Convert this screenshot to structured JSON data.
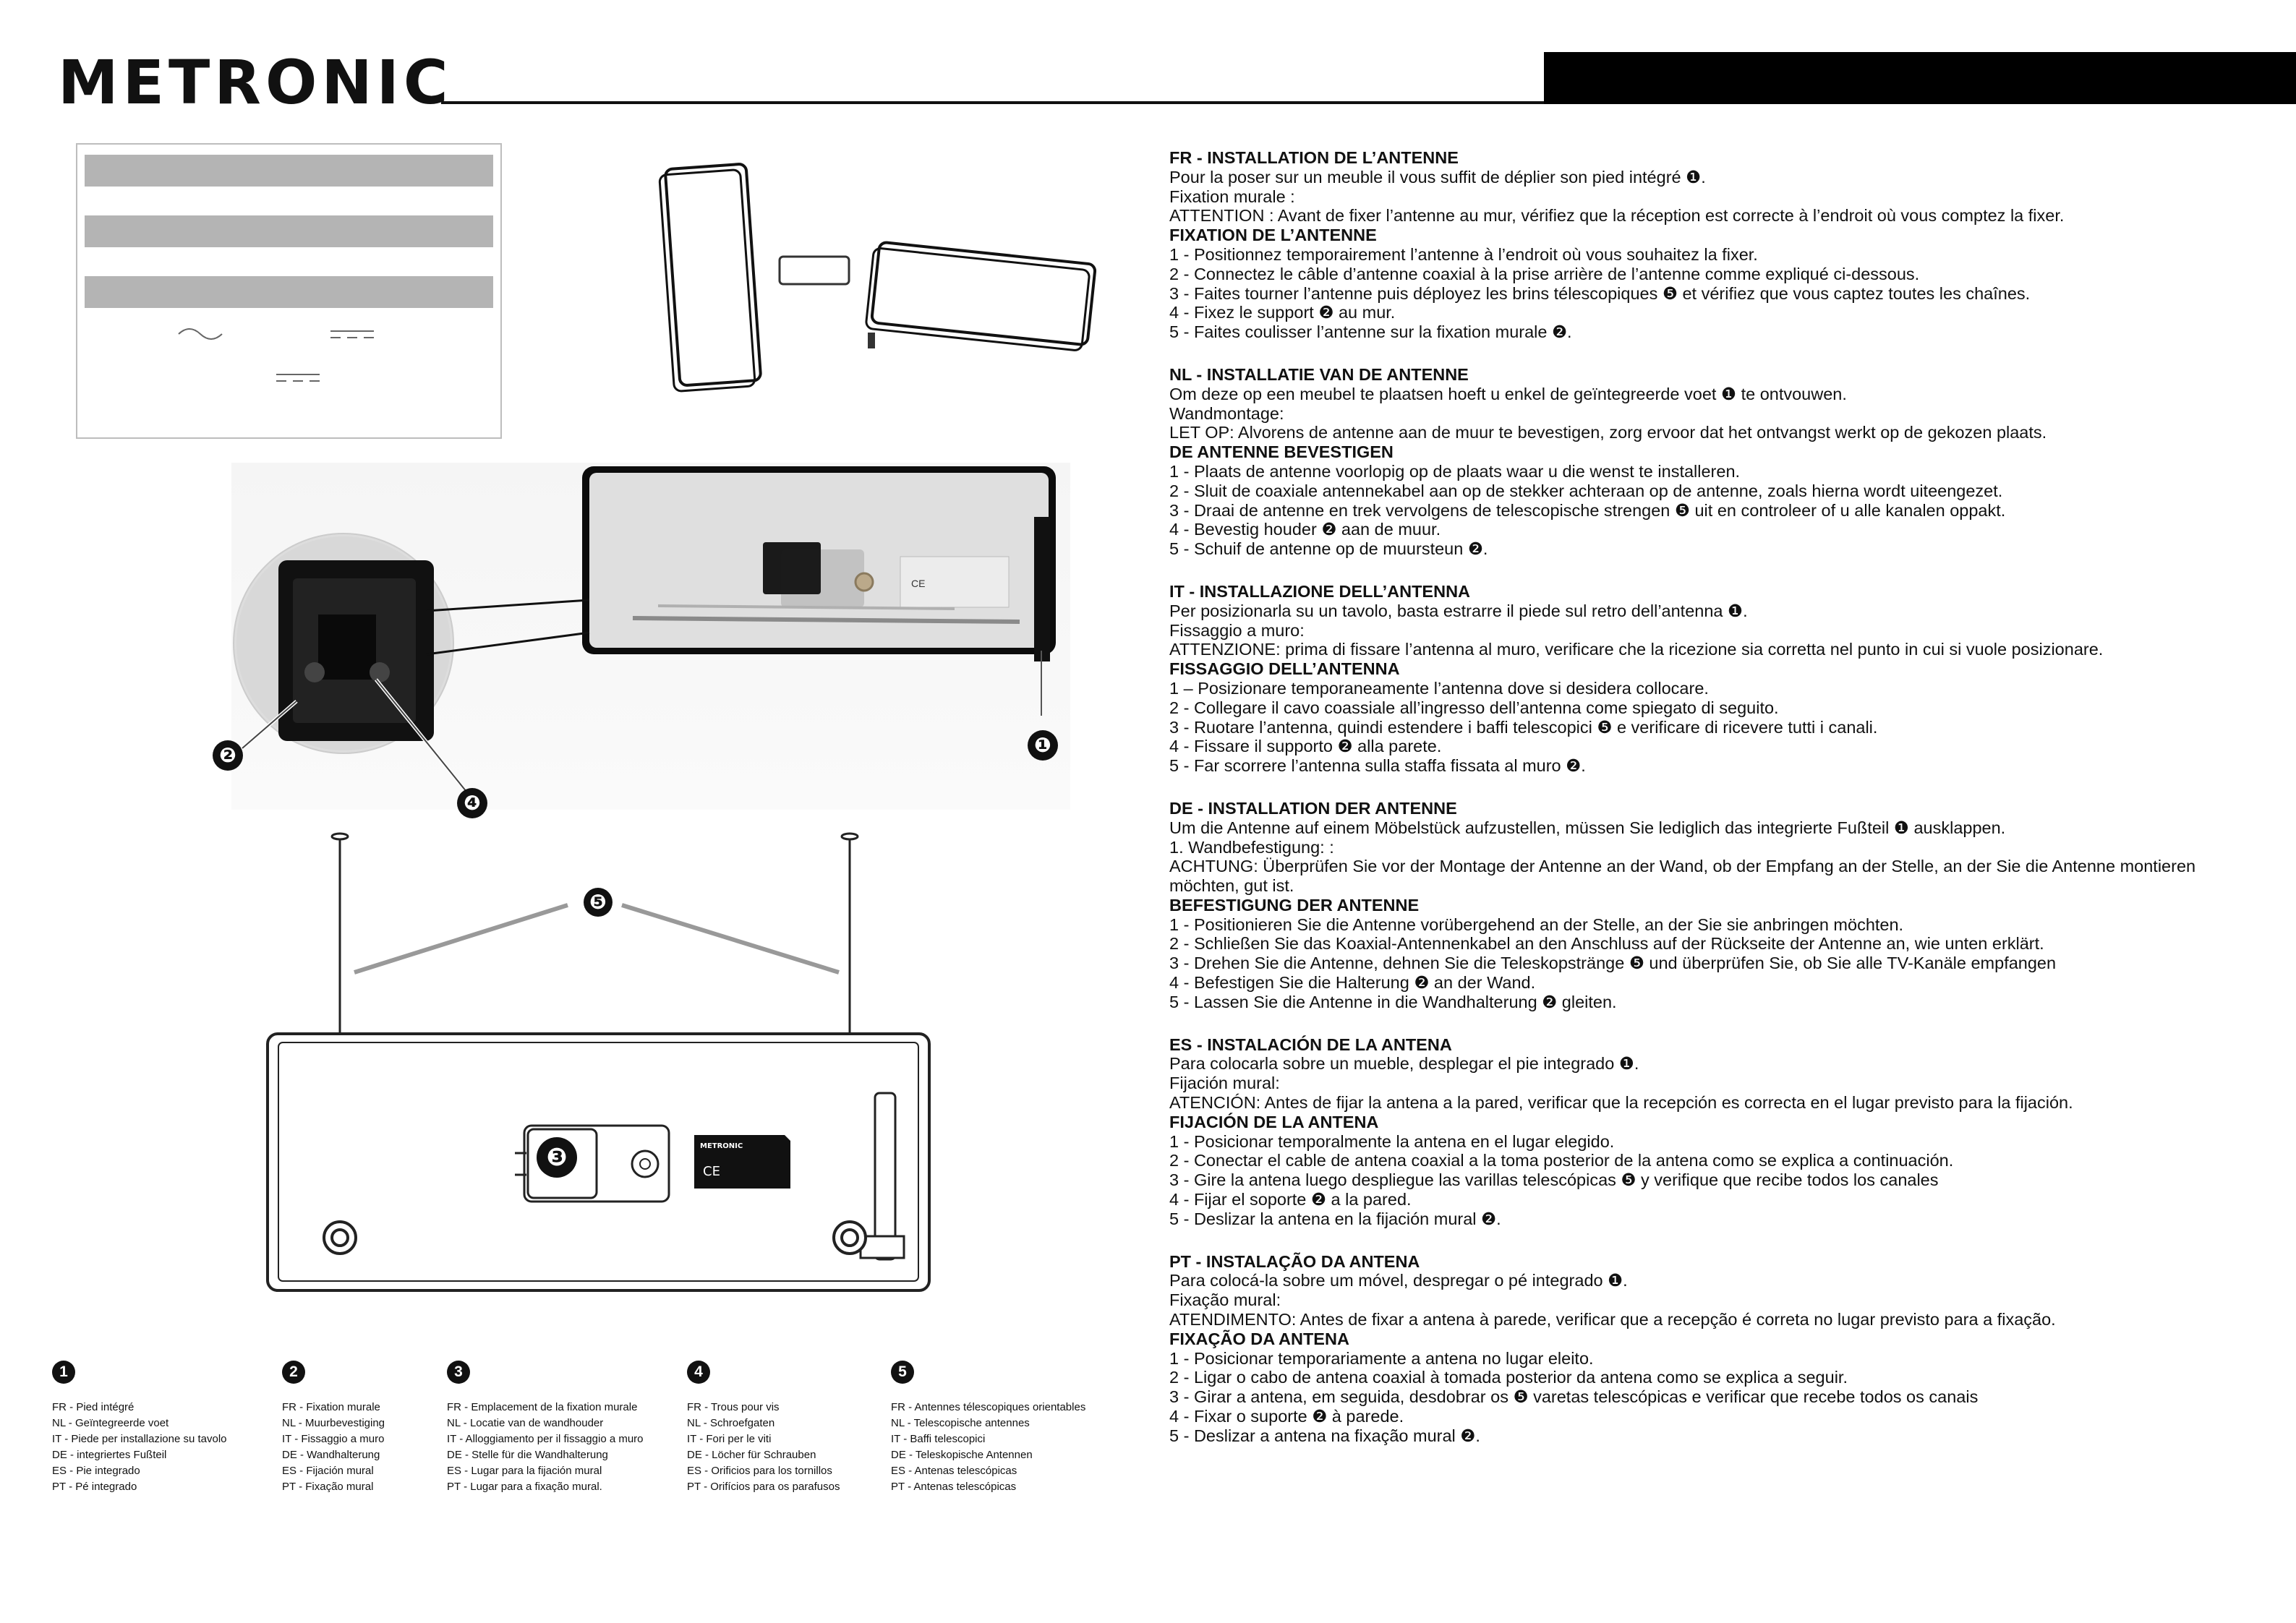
{
  "brand": "METRONIC",
  "figure_labels": {
    "n1": "❶",
    "n2": "❷",
    "n3": "❸",
    "n4": "❹",
    "n5": "❺",
    "rear_label_brand": "METRONIC"
  },
  "sections": [
    {
      "lines": [
        {
          "bold": true,
          "text": "FR - INSTALLATION DE L’ANTENNE"
        },
        {
          "bold": false,
          "text": "Pour la poser sur un meuble il vous suffit de déplier son pied intégré ❶."
        },
        {
          "bold": false,
          "text": "Fixation murale :"
        },
        {
          "bold": false,
          "text": "ATTENTION : Avant de fixer l’antenne au mur, vérifiez que la réception est correcte à l’endroit où vous comptez la fixer."
        },
        {
          "bold": true,
          "text": "FIXATION DE L’ANTENNE"
        },
        {
          "bold": false,
          "text": "1 - Positionnez temporairement l’antenne à l’endroit où vous souhaitez la fixer."
        },
        {
          "bold": false,
          "text": "2 - Connectez le câble d’antenne coaxial à la prise arrière de l’antenne comme expliqué ci-dessous."
        },
        {
          "bold": false,
          "text": "3 - Faites tourner  l’antenne puis déployez les brins télescopiques ❺ et vérifiez que vous captez toutes les chaînes."
        },
        {
          "bold": false,
          "text": "4 - Fixez le support ❷ au mur."
        },
        {
          "bold": false,
          "text": "5 - Faites coulisser l’antenne sur la fixation murale ❷."
        }
      ]
    },
    {
      "lines": [
        {
          "bold": true,
          "text": "NL - INSTALLATIE VAN DE ANTENNE"
        },
        {
          "bold": false,
          "text": "Om deze op een meubel te plaatsen hoeft u enkel de geïntegreerde voet ❶ te ontvouwen."
        },
        {
          "bold": false,
          "text": "Wandmontage:"
        },
        {
          "bold": false,
          "text": "LET OP: Alvorens de antenne aan de muur te bevestigen, zorg ervoor dat het ontvangst werkt op de gekozen plaats."
        },
        {
          "bold": true,
          "text": "DE ANTENNE BEVESTIGEN"
        },
        {
          "bold": false,
          "text": "1 - Plaats de antenne voorlopig op de plaats waar u die wenst te installeren."
        },
        {
          "bold": false,
          "text": "2 - Sluit de coaxiale antennekabel aan op de stekker achteraan op de antenne, zoals hierna wordt uiteengezet."
        },
        {
          "bold": false,
          "text": "3 - Draai de antenne en trek vervolgens de telescopische strengen ❺ uit en controleer of u alle kanalen oppakt."
        },
        {
          "bold": false,
          "text": "4 - Bevestig houder ❷ aan de muur."
        },
        {
          "bold": false,
          "text": "5 - Schuif de antenne op de muursteun ❷."
        }
      ]
    },
    {
      "lines": [
        {
          "bold": true,
          "text": "IT - INSTALLAZIONE DELL’ANTENNA"
        },
        {
          "bold": false,
          "text": "Per posizionarla su un tavolo, basta estrarre il piede sul retro dell’antenna ❶."
        },
        {
          "bold": false,
          "text": "Fissaggio a muro:"
        },
        {
          "bold": false,
          "text": "ATTENZIONE: prima di fissare l’antenna al muro, verificare che la ricezione sia corretta nel punto in cui si vuole posizionare."
        },
        {
          "bold": true,
          "text": "FISSAGGIO DELL’ANTENNA"
        },
        {
          "bold": false,
          "text": "1 – Posizionare temporaneamente l’antenna dove si desidera collocare."
        },
        {
          "bold": false,
          "text": "2 - Collegare il cavo coassiale all’ingresso dell’antenna come spiegato di seguito."
        },
        {
          "bold": false,
          "text": "3 - Ruotare l’antenna, quindi estendere i baffi telescopici ❺ e verificare di ricevere tutti i canali."
        },
        {
          "bold": false,
          "text": "4 - Fissare il supporto ❷ alla parete."
        },
        {
          "bold": false,
          "text": "5 - Far scorrere l’antenna sulla staffa fissata al muro ❷."
        }
      ]
    },
    {
      "lines": [
        {
          "bold": true,
          "text": "DE - INSTALLATION DER ANTENNE"
        },
        {
          "bold": false,
          "text": "Um die Antenne auf einem Möbelstück aufzustellen, müssen Sie lediglich das integrierte Fußteil ❶ ausklappen."
        },
        {
          "bold": false,
          "text": "1. Wandbefestigung: :"
        },
        {
          "bold": false,
          "text": "ACHTUNG: Überprüfen Sie vor der Montage der Antenne an der Wand, ob der Empfang an der Stelle, an der Sie die Antenne montieren möchten, gut ist."
        },
        {
          "bold": true,
          "text": "BEFESTIGUNG DER ANTENNE"
        },
        {
          "bold": false,
          "text": "1 - Positionieren Sie die Antenne vorübergehend an der Stelle, an der Sie sie anbringen möchten."
        },
        {
          "bold": false,
          "text": "2 - Schließen Sie das Koaxial-Antennenkabel an den Anschluss auf der Rückseite der Antenne an, wie unten erklärt."
        },
        {
          "bold": false,
          "text": "3 - Drehen Sie die Antenne, dehnen Sie die Teleskopstränge ❺ und überprüfen Sie, ob Sie alle TV-Kanäle empfangen"
        },
        {
          "bold": false,
          "text": "4 - Befestigen Sie die Halterung ❷ an der Wand."
        },
        {
          "bold": false,
          "text": "5 - Lassen Sie die Antenne in die Wandhalterung ❷ gleiten."
        }
      ]
    },
    {
      "lines": [
        {
          "bold": true,
          "text": "ES - INSTALACIÓN DE LA ANTENA"
        },
        {
          "bold": false,
          "text": "Para colocarla sobre un mueble, desplegar el pie integrado ❶."
        },
        {
          "bold": false,
          "text": "Fijación  mural:"
        },
        {
          "bold": false,
          "text": "ATENCIÓN: Antes de fijar la antena a la pared, verificar que la recepción es correcta en el lugar previsto para la fijación."
        },
        {
          "bold": true,
          "text": "FIJACIÓN DE LA ANTENA"
        },
        {
          "bold": false,
          "text": "1 - Posicionar temporalmente la antena en el lugar elegido."
        },
        {
          "bold": false,
          "text": "2 - Conectar el cable de antena coaxial a la toma posterior de la antena como se explica a continuación."
        },
        {
          "bold": false,
          "text": "3 - Gire la antena luego despliegue las varillas telescópicas ❺ y verifique que recibe todos los canales"
        },
        {
          "bold": false,
          "text": "4 - Fijar el soporte ❷ a la pared."
        },
        {
          "bold": false,
          "text": "5 - Deslizar la antena en la fijación mural ❷."
        }
      ]
    },
    {
      "lines": [
        {
          "bold": true,
          "text": "PT - INSTALAÇÃO DA ANTENA"
        },
        {
          "bold": false,
          "text": "Para colocá-la sobre um móvel, despregar o pé integrado ❶."
        },
        {
          "bold": false,
          "text": "Fixação mural:"
        },
        {
          "bold": false,
          "text": "ATENDIMENTO: Antes de fixar a antena à parede, verificar que a recepção é correta no lugar previsto para a fixação."
        },
        {
          "bold": true,
          "text": "FIXAÇÃO DA ANTENA"
        },
        {
          "bold": false,
          "text": "1 - Posicionar temporariamente a antena no lugar eleito."
        },
        {
          "bold": false,
          "text": "2 - Ligar o cabo de antena coaxial à tomada posterior da antena como se explica a seguir."
        },
        {
          "bold": false,
          "text": "3 - Girar a antena, em seguida, desdobrar os ❺ varetas telescópicas e verificar que recebe todos os canais"
        },
        {
          "bold": false,
          "text": "4 - Fixar o suporte ❷ à parede."
        },
        {
          "bold": false,
          "text": "5 - Deslizar a antena na fixação mural ❷."
        }
      ]
    }
  ],
  "legend": [
    {
      "number": "1",
      "lines": [
        "FR - Pied intégré",
        "NL - Geïntegreerde voet",
        "IT - Piede per installazione su tavolo",
        "DE - integriertes Fußteil",
        "ES - Pie integrado",
        "PT - Pé integrado"
      ]
    },
    {
      "number": "2",
      "lines": [
        "FR - Fixation murale",
        "NL - Muurbevestiging",
        "IT - Fissaggio a muro",
        "DE - Wandhalterung",
        "ES - Fijación mural",
        "PT - Fixação mural"
      ]
    },
    {
      "number": "3",
      "lines": [
        "FR - Emplacement de la fixation murale",
        "NL - Locatie van de wandhouder",
        "IT - Alloggiamento per il fissaggio a muro",
        "DE - Stelle für die Wandhalterung",
        "ES - Lugar para la fijación mural",
        "PT - Lugar para a fixação mural."
      ]
    },
    {
      "number": "4",
      "lines": [
        "FR - Trous pour vis",
        "NL - Schroefgaten",
        "IT - Fori per le viti",
        "DE - Löcher für Schrauben",
        "ES - Orificios para los tornillos",
        "PT - Orifícios para os parafusos"
      ]
    },
    {
      "number": "5",
      "lines": [
        "FR - Antennes télescopiques orientables",
        "NL - Telescopische antennes",
        "IT - Baffi telescopici",
        "DE - Teleskopische Antennen",
        "ES - Antenas telescópicas",
        "PT - Antenas telescópicas"
      ]
    }
  ]
}
